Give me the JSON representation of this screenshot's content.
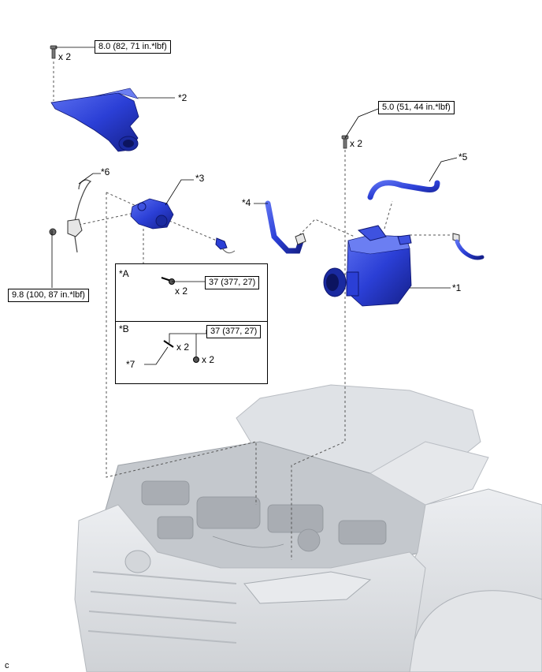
{
  "callouts": {
    "c1": "*1",
    "c2": "*2",
    "c3": "*3",
    "c4": "*4",
    "c5": "*5",
    "c6": "*6",
    "c7": "*7"
  },
  "torques": {
    "top_left": "8.0 (82, 71 in.*lbf)",
    "top_right": "5.0 (51, 44 in.*lbf)",
    "left": "9.8 (100, 87 in.*lbf)",
    "box_a": "37 (377, 27)",
    "box_b": "37 (377, 27)"
  },
  "qty": {
    "q1": "x 2",
    "q2": "x 2",
    "q3": "x 2",
    "q4": "x 2",
    "q5": "x 2"
  },
  "variants": {
    "a": "*A",
    "b": "*B"
  },
  "figure_code": "c",
  "colors": {
    "part_blue": "#2b3fd6",
    "part_dark": "#1a2aa0",
    "car_gray": "#c9ccd1"
  }
}
